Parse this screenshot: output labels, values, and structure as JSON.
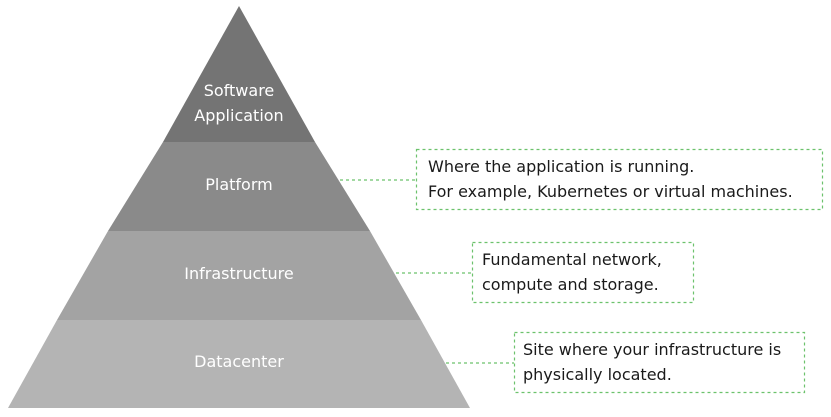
{
  "colors": {
    "layer_software": "#747474",
    "layer_platform": "#8a8a8a",
    "layer_infrastructure": "#a3a3a3",
    "layer_datacenter": "#b4b4b4",
    "connector": "#6cc26c",
    "label_text": "#ffffff",
    "note_text": "#1a1a1a"
  },
  "pyramid": {
    "layers": [
      {
        "label_lines": [
          "Software",
          "Application"
        ]
      },
      {
        "label_lines": [
          "Platform"
        ]
      },
      {
        "label_lines": [
          "Infrastructure"
        ]
      },
      {
        "label_lines": [
          "Datacenter"
        ]
      }
    ]
  },
  "notes": [
    {
      "layer": "Platform",
      "lines": [
        "Where the application is running.",
        "For example, Kubernetes or virtual machines."
      ]
    },
    {
      "layer": "Infrastructure",
      "lines": [
        "Fundamental network,",
        "compute and storage."
      ]
    },
    {
      "layer": "Datacenter",
      "lines": [
        "Site where your infrastructure is",
        "physically located."
      ]
    }
  ]
}
